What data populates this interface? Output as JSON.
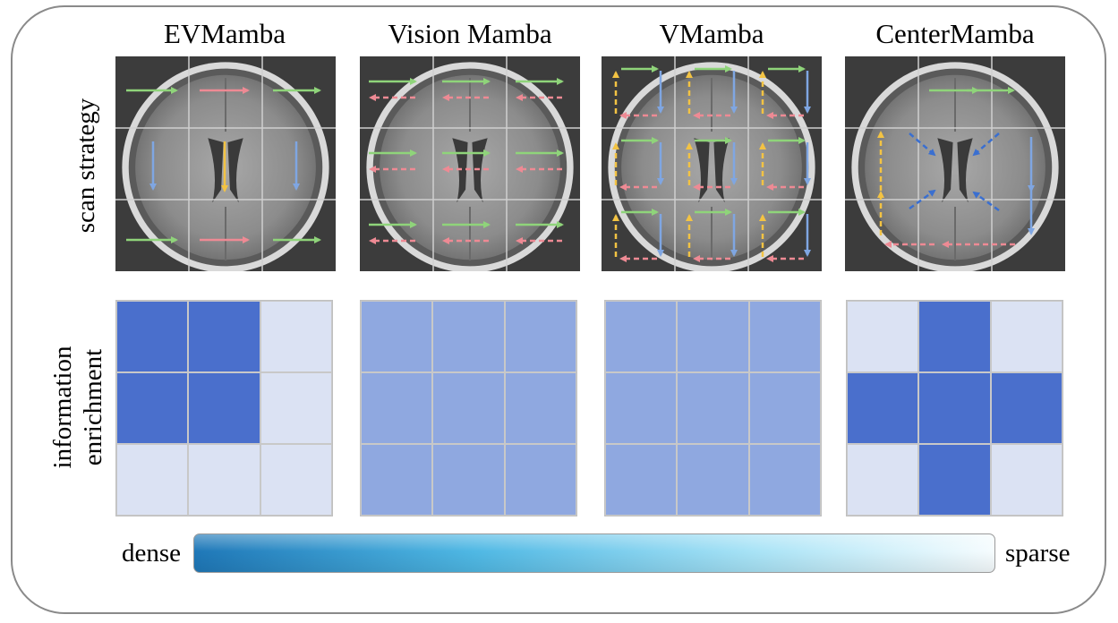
{
  "methods": [
    "EVMamba",
    "Vision Mamba",
    "VMamba",
    "CenterMamba"
  ],
  "row_labels": {
    "scan": "scan  strategy",
    "enrich_line1": "information",
    "enrich_line2": "enrichment"
  },
  "scale": {
    "left_label": "dense",
    "right_label": "sparse"
  },
  "colors": {
    "dense": "#4a6fcc",
    "medium": "#8fa8e0",
    "sparse": "#dbe2f3",
    "arrow_green": "#8fd47a",
    "arrow_red": "#ee8a94",
    "arrow_yellow": "#f3c343",
    "arrow_blue": "#7fa6e2",
    "arrow_darkblue": "#3a6fd0"
  },
  "enrichment_grids": [
    [
      "dense",
      "dense",
      "sparse",
      "dense",
      "dense",
      "sparse",
      "sparse",
      "sparse",
      "sparse"
    ],
    [
      "medium",
      "medium",
      "medium",
      "medium",
      "medium",
      "medium",
      "medium",
      "medium",
      "medium"
    ],
    [
      "medium",
      "medium",
      "medium",
      "medium",
      "medium",
      "medium",
      "medium",
      "medium",
      "medium"
    ],
    [
      "sparse",
      "dense",
      "sparse",
      "dense",
      "dense",
      "dense",
      "sparse",
      "dense",
      "sparse"
    ]
  ]
}
